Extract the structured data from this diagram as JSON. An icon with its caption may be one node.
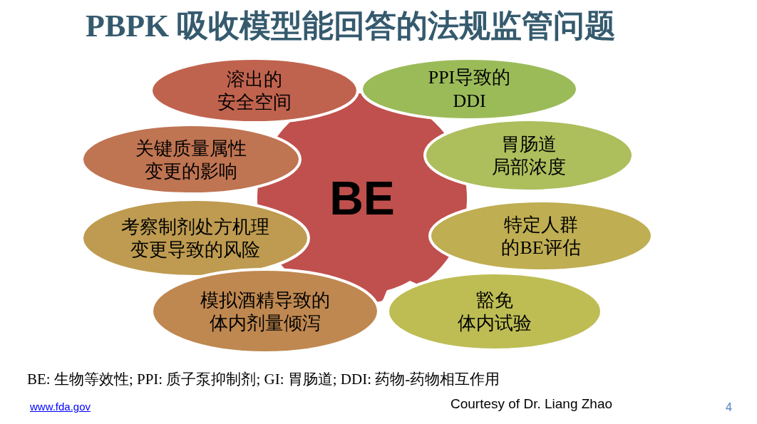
{
  "diagram": {
    "title": "PBPK 吸收模型能回答的法规监管问题",
    "nodes": [
      {
        "text": [
          "BE"
        ]
      },
      {
        "text": [
          "溶出的安全空间"
        ]
      },
      {
        "text": [
          "PPI导致的DDI"
        ]
      },
      {
        "text": [
          "关键质量属性变更的影响"
        ]
      },
      {
        "text": [
          "胃肠道局部浓度"
        ]
      },
      {
        "text": [
          "考察制剂处方机理变更导致的风险"
        ]
      },
      {
        "text": [
          "特定人群的BE评估"
        ]
      },
      {
        "text": [
          "模拟酒精导致的体内剂量倾泻"
        ]
      },
      {
        "text": [
          "豁免体内试验"
        ]
      }
    ],
    "labels": [
      "BE: 生物等效性; PPI: 质子泵抑制剂; GI: 胃肠道; DDI: 药物-药物相互作用",
      "www.fda.gov",
      "Courtesy of Dr. Liang Zhao",
      "4"
    ]
  }
}
